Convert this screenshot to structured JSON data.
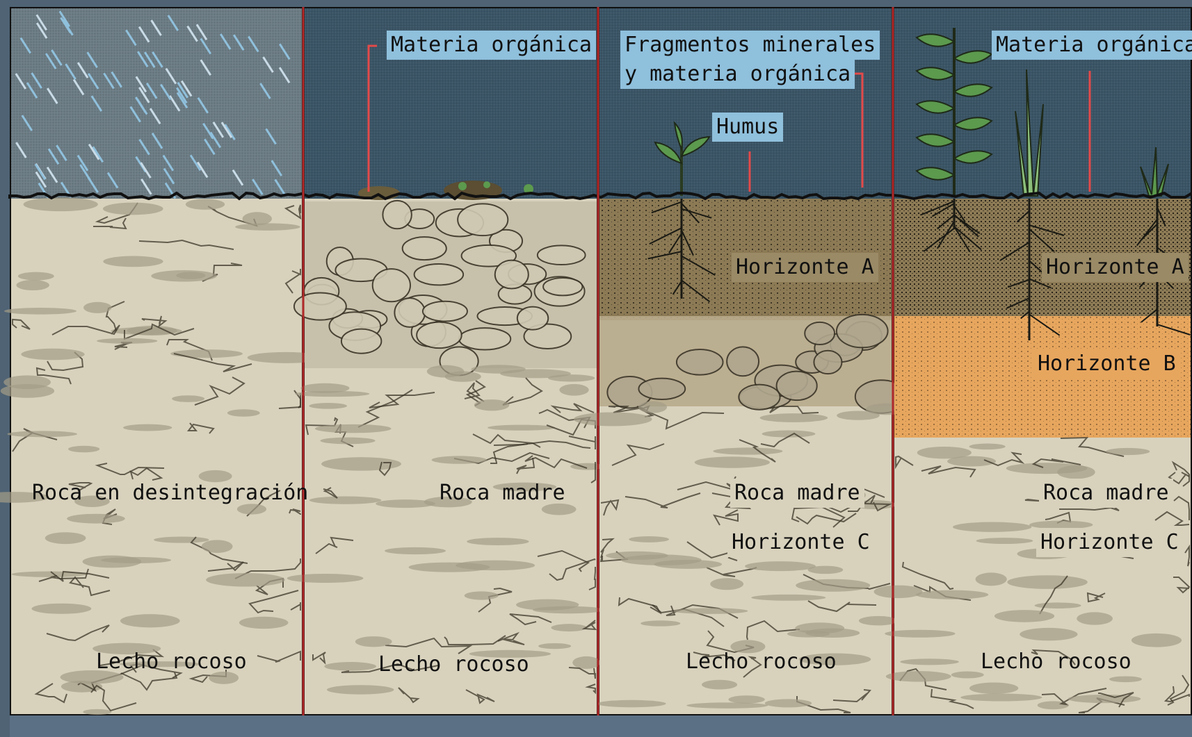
{
  "panels": [
    {
      "id": "panel-1",
      "labels": {
        "roca_desintegracion": "Roca en desintegración",
        "lecho_rocoso": "Lecho rocoso"
      }
    },
    {
      "id": "panel-2",
      "labels": {
        "materia_organica": "Materia orgánica",
        "roca_madre": "Roca madre",
        "lecho_rocoso": "Lecho rocoso"
      }
    },
    {
      "id": "panel-3",
      "labels": {
        "fragmentos_line1": "Fragmentos minerales",
        "fragmentos_line2": "y materia orgánica",
        "humus": "Humus",
        "horizonte_a": "Horizonte A",
        "roca_madre": "Roca madre",
        "horizonte_c": "Horizonte C",
        "lecho_rocoso": "Lecho rocoso"
      }
    },
    {
      "id": "panel-4",
      "labels": {
        "materia_organica": "Materia orgánica",
        "horizonte_a": "Horizonte A",
        "horizonte_b": "Horizonte B",
        "roca_madre": "Roca madre",
        "horizonte_c": "Horizonte C",
        "lecho_rocoso": "Lecho rocoso"
      }
    }
  ],
  "colors": {
    "sky": "#3b5566",
    "rain": "#8fc0dc",
    "rock": "#d8d2bd",
    "rock_crack": "#3b3528",
    "rock_patch": "#a49c88",
    "soil_a": "#8c7a55",
    "soil_b": "#e7a65e",
    "leader": "#e34a4a",
    "divider": "#b22a2a",
    "plant": "#5c9a4e"
  }
}
